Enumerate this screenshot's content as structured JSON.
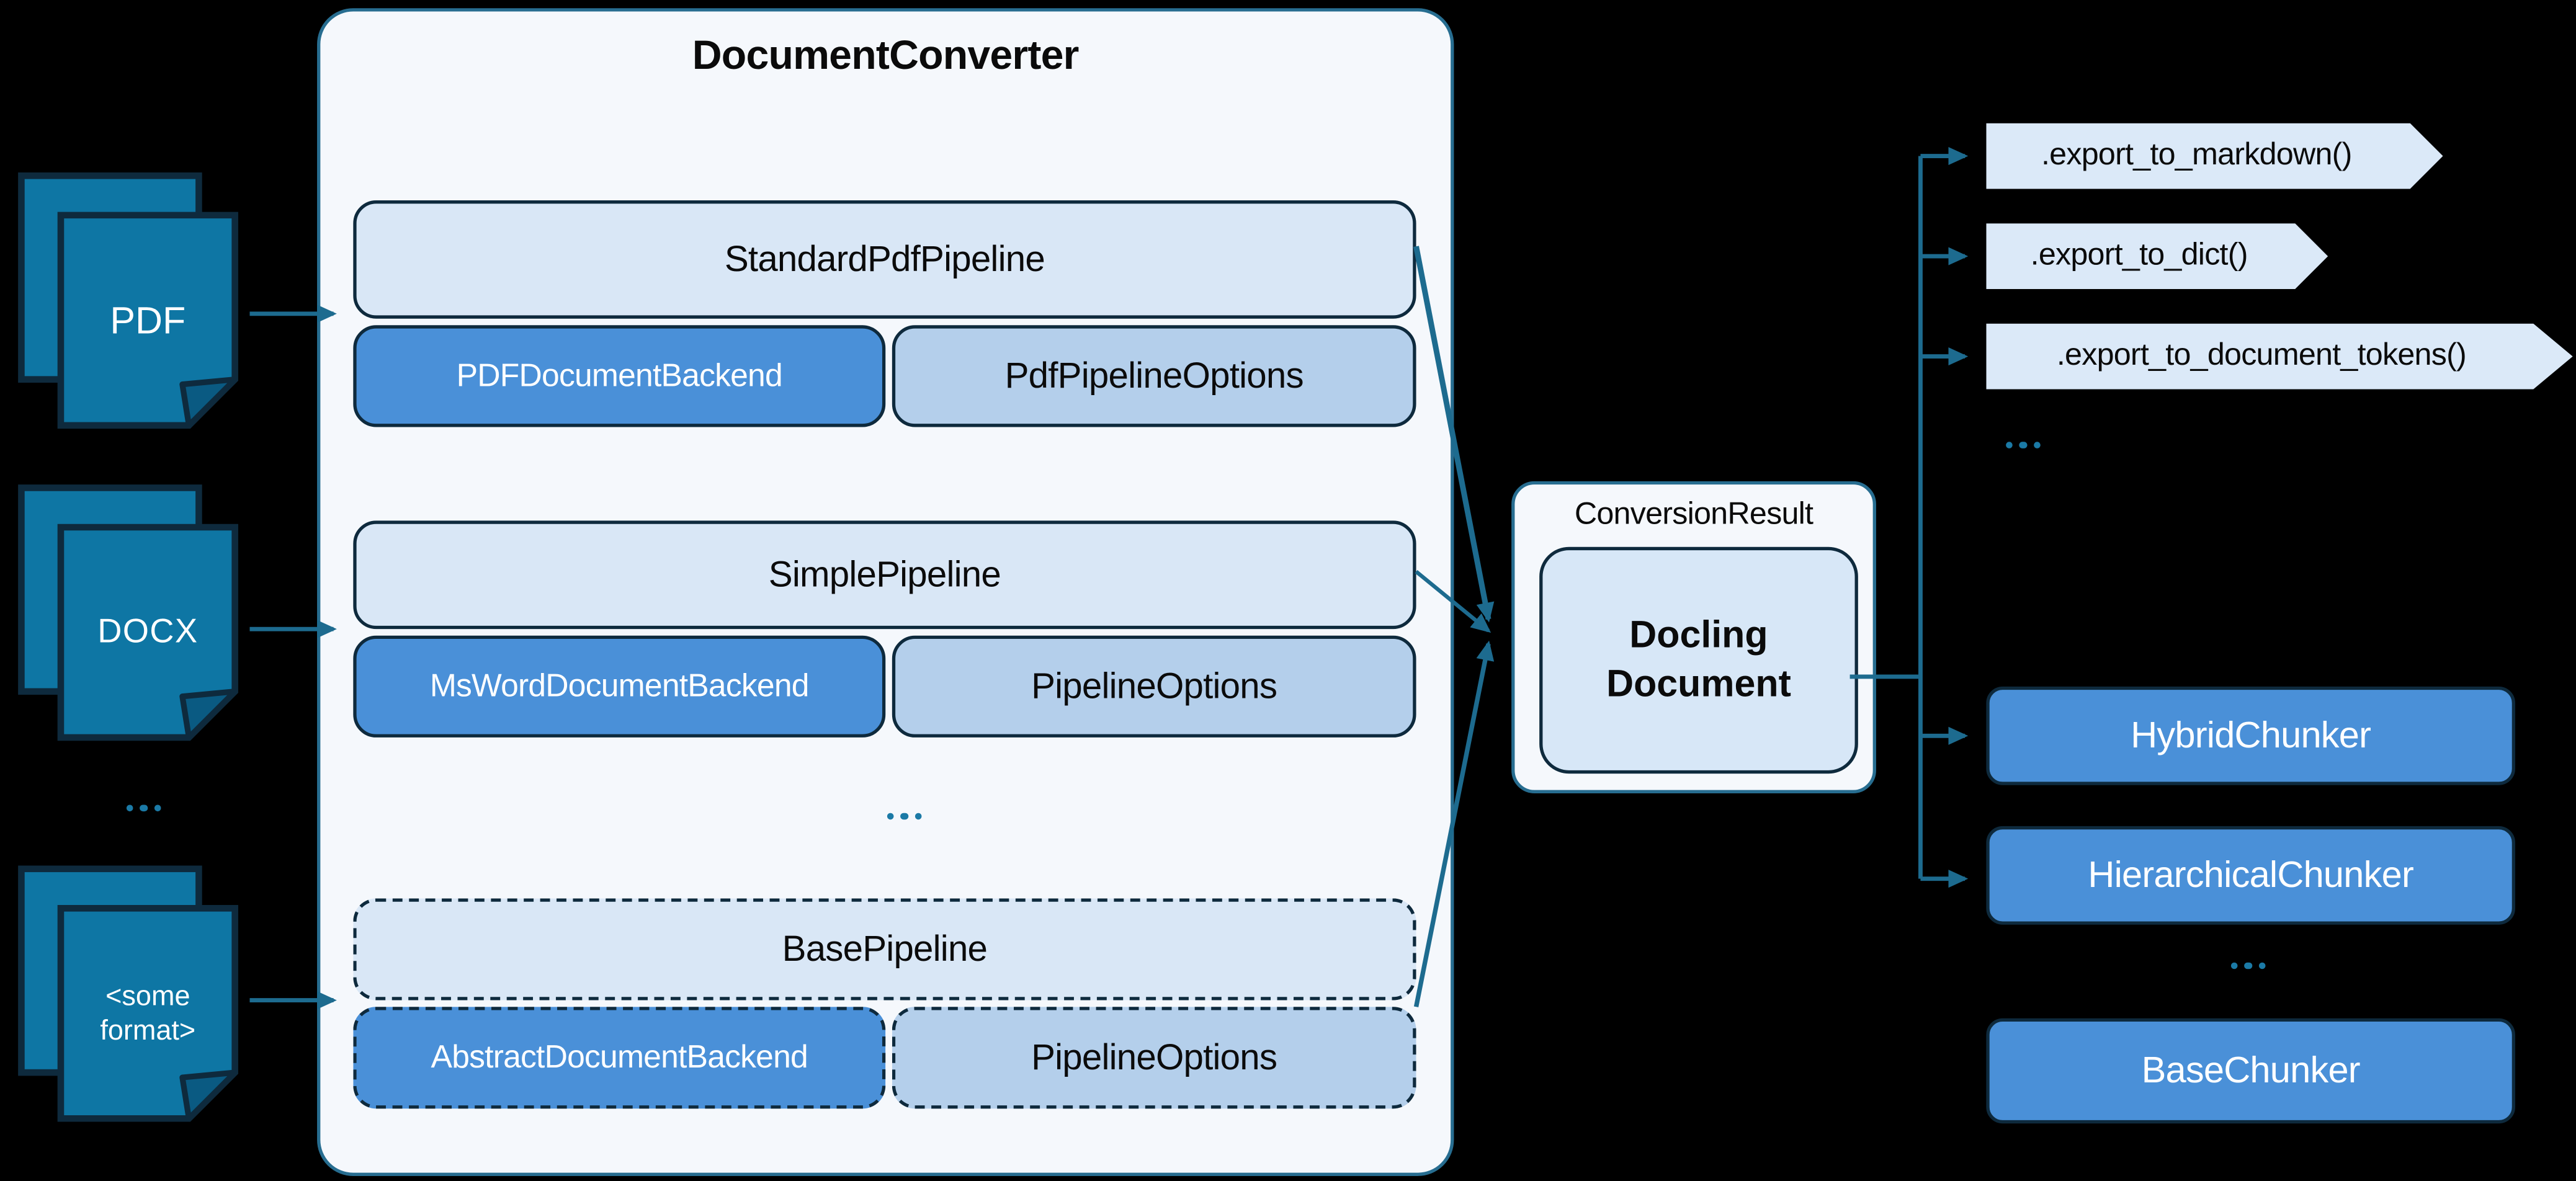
{
  "colors": {
    "background": "#000000",
    "accent_teal": "#276d90",
    "arrow_teal": "#1d6b8f",
    "doc_icon_fill": "#0e76a4",
    "doc_icon_fold": "#0a5a82",
    "dark_outline": "#0e2a3d",
    "panel_bg": "#f5f8fc",
    "light_blue": "#d9e7f6",
    "medium_blue": "#4a90d8",
    "options_blue": "#b4cfeb",
    "pentagon_blue": "#dbe9f8",
    "ellipsis_teal": "#1b7aa6"
  },
  "inputs": {
    "items": [
      {
        "label": "PDF"
      },
      {
        "label": "DOCX"
      },
      {
        "line1": "<some",
        "line2": "format>"
      }
    ],
    "ellipsis": "..."
  },
  "converter": {
    "title": "DocumentConverter",
    "pipelines": [
      {
        "pipeline": "StandardPdfPipeline",
        "backend": "PDFDocumentBackend",
        "options": "PdfPipelineOptions"
      },
      {
        "pipeline": "SimplePipeline",
        "backend": "MsWordDocumentBackend",
        "options": "PipelineOptions"
      },
      {
        "pipeline": "BasePipeline",
        "backend": "AbstractDocumentBackend",
        "options": "PipelineOptions"
      }
    ],
    "ellipsis": "..."
  },
  "result": {
    "label": "ConversionResult",
    "document_line1": "Docling",
    "document_line2": "Document"
  },
  "exports": {
    "items": [
      ".export_to_markdown()",
      ".export_to_dict()",
      ".export_to_document_tokens()"
    ],
    "ellipsis": "..."
  },
  "chunkers": {
    "items": [
      "HybridChunker",
      "HierarchicalChunker",
      "BaseChunker"
    ],
    "ellipsis": "..."
  }
}
